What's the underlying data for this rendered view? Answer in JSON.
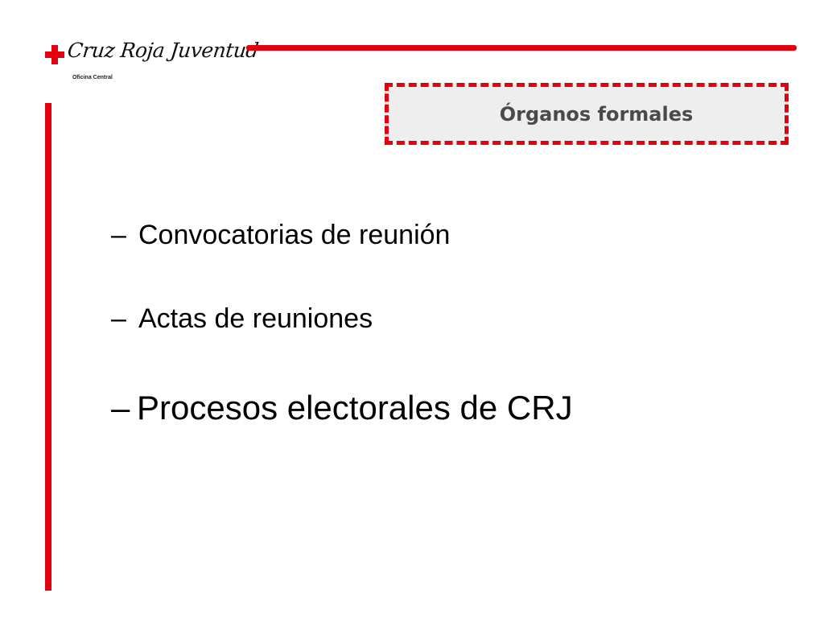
{
  "logo": {
    "brand": "Cruz Roja Juventud",
    "subtitle": "Oficina Central",
    "icon": "red-cross-icon"
  },
  "colors": {
    "accent_red": "#e3000f",
    "title_box_bg": "#eeeeee",
    "title_text": "#4a4a4a",
    "body_text": "#000000"
  },
  "title": "Órganos formales",
  "bullet_marker": "–",
  "bullets": [
    "Convocatorias de reunión",
    "Actas de reuniones",
    "Procesos electorales de CRJ"
  ]
}
